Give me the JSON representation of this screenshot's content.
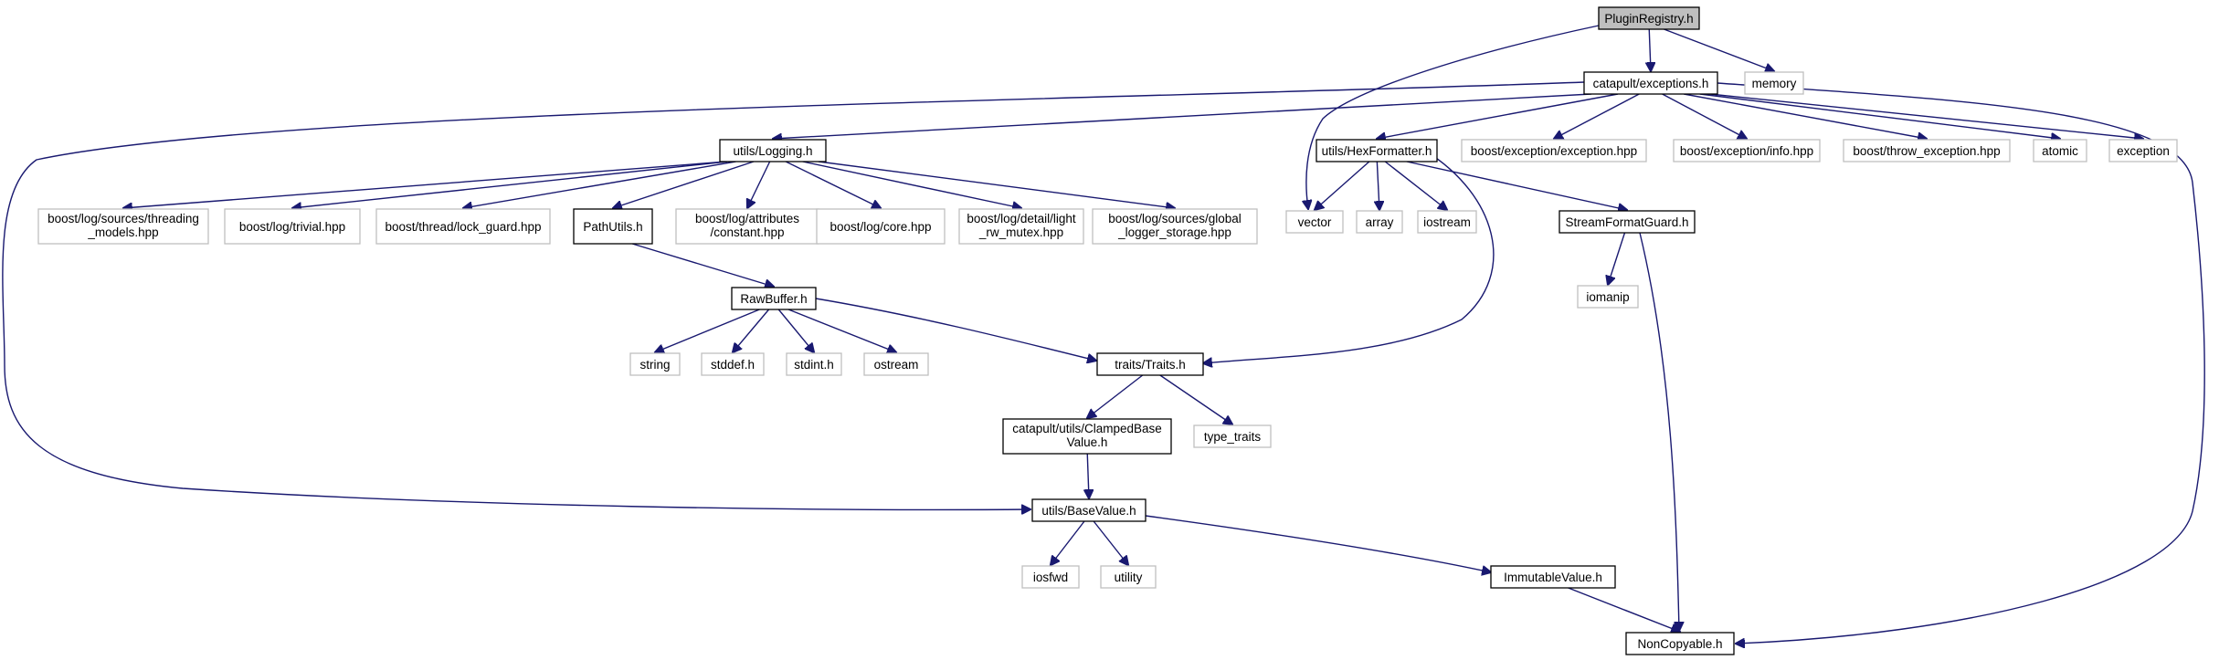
{
  "colors": {
    "edge": "#191970",
    "root_fill": "#bfbfbf",
    "local_border": "#000000",
    "external_border": "#bfbfbf",
    "background": "#ffffff"
  },
  "nodes": {
    "plugin_registry": {
      "label": "PluginRegistry.h",
      "kind": "root"
    },
    "exceptions": {
      "label": "catapult/exceptions.h",
      "kind": "local"
    },
    "memory": {
      "label": "memory",
      "kind": "external"
    },
    "logging": {
      "label": "utils/Logging.h",
      "kind": "local"
    },
    "hexformatter": {
      "label": "utils/HexFormatter.h",
      "kind": "local"
    },
    "boost_exception": {
      "label": "boost/exception/exception.hpp",
      "kind": "external"
    },
    "boost_info": {
      "label": "boost/exception/info.hpp",
      "kind": "external"
    },
    "boost_throw": {
      "label": "boost/throw_exception.hpp",
      "kind": "external"
    },
    "atomic": {
      "label": "atomic",
      "kind": "external"
    },
    "exception": {
      "label": "exception",
      "kind": "external"
    },
    "threading_models": {
      "lines": [
        "boost/log/sources/threading",
        "_models.hpp"
      ],
      "kind": "external"
    },
    "trivial": {
      "label": "boost/log/trivial.hpp",
      "kind": "external"
    },
    "lock_guard": {
      "label": "boost/thread/lock_guard.hpp",
      "kind": "external"
    },
    "pathutils": {
      "label": "PathUtils.h",
      "kind": "local"
    },
    "attributes": {
      "lines": [
        "boost/log/attributes",
        "/constant.hpp"
      ],
      "kind": "external"
    },
    "core": {
      "label": "boost/log/core.hpp",
      "kind": "external"
    },
    "rw_mutex": {
      "lines": [
        "boost/log/detail/light",
        "_rw_mutex.hpp"
      ],
      "kind": "external"
    },
    "global_logger": {
      "lines": [
        "boost/log/sources/global",
        "_logger_storage.hpp"
      ],
      "kind": "external"
    },
    "vector": {
      "label": "vector",
      "kind": "external"
    },
    "array": {
      "label": "array",
      "kind": "external"
    },
    "iostream": {
      "label": "iostream",
      "kind": "external"
    },
    "streamformatguard": {
      "label": "StreamFormatGuard.h",
      "kind": "local"
    },
    "iomanip": {
      "label": "iomanip",
      "kind": "external"
    },
    "rawbuffer": {
      "label": "RawBuffer.h",
      "kind": "local"
    },
    "string": {
      "label": "string",
      "kind": "external"
    },
    "stddef": {
      "label": "stddef.h",
      "kind": "external"
    },
    "stdint": {
      "label": "stdint.h",
      "kind": "external"
    },
    "ostream": {
      "label": "ostream",
      "kind": "external"
    },
    "traits": {
      "label": "traits/Traits.h",
      "kind": "local"
    },
    "clampedbase": {
      "lines": [
        "catapult/utils/ClampedBase",
        "Value.h"
      ],
      "kind": "local"
    },
    "type_traits": {
      "label": "type_traits",
      "kind": "external"
    },
    "basevalue": {
      "label": "utils/BaseValue.h",
      "kind": "local"
    },
    "iosfwd": {
      "label": "iosfwd",
      "kind": "external"
    },
    "utility": {
      "label": "utility",
      "kind": "external"
    },
    "immutablevalue": {
      "label": "ImmutableValue.h",
      "kind": "local"
    },
    "noncopyable": {
      "label": "NonCopyable.h",
      "kind": "local"
    }
  },
  "edges": [
    [
      "plugin_registry",
      "exceptions"
    ],
    [
      "plugin_registry",
      "memory"
    ],
    [
      "plugin_registry",
      "vector"
    ],
    [
      "exceptions",
      "logging"
    ],
    [
      "exceptions",
      "hexformatter"
    ],
    [
      "exceptions",
      "boost_exception"
    ],
    [
      "exceptions",
      "boost_info"
    ],
    [
      "exceptions",
      "boost_throw"
    ],
    [
      "exceptions",
      "atomic"
    ],
    [
      "exceptions",
      "exception"
    ],
    [
      "exceptions",
      "basevalue"
    ],
    [
      "exceptions",
      "noncopyable"
    ],
    [
      "logging",
      "threading_models"
    ],
    [
      "logging",
      "trivial"
    ],
    [
      "logging",
      "lock_guard"
    ],
    [
      "logging",
      "pathutils"
    ],
    [
      "logging",
      "attributes"
    ],
    [
      "logging",
      "core"
    ],
    [
      "logging",
      "rw_mutex"
    ],
    [
      "logging",
      "global_logger"
    ],
    [
      "pathutils",
      "rawbuffer"
    ],
    [
      "hexformatter",
      "vector"
    ],
    [
      "hexformatter",
      "array"
    ],
    [
      "hexformatter",
      "iostream"
    ],
    [
      "hexformatter",
      "streamformatguard"
    ],
    [
      "hexformatter",
      "traits"
    ],
    [
      "streamformatguard",
      "iomanip"
    ],
    [
      "streamformatguard",
      "noncopyable"
    ],
    [
      "rawbuffer",
      "string"
    ],
    [
      "rawbuffer",
      "stddef"
    ],
    [
      "rawbuffer",
      "stdint"
    ],
    [
      "rawbuffer",
      "ostream"
    ],
    [
      "rawbuffer",
      "traits"
    ],
    [
      "traits",
      "clampedbase"
    ],
    [
      "traits",
      "type_traits"
    ],
    [
      "clampedbase",
      "basevalue"
    ],
    [
      "basevalue",
      "iosfwd"
    ],
    [
      "basevalue",
      "utility"
    ],
    [
      "basevalue",
      "immutablevalue"
    ],
    [
      "immutablevalue",
      "noncopyable"
    ]
  ]
}
